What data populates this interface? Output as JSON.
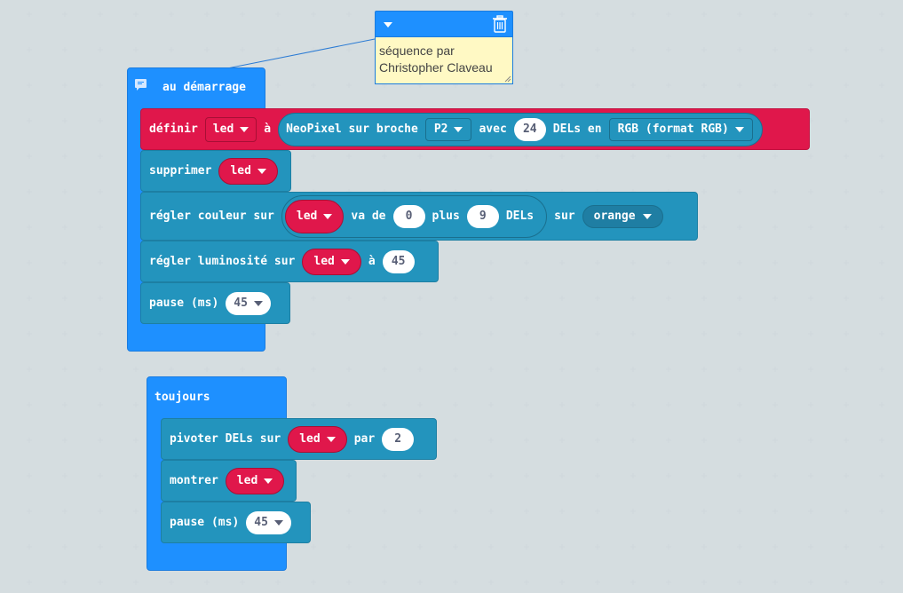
{
  "comment": {
    "text_line1": "séquence par",
    "text_line2": "Christopher Claveau"
  },
  "on_start": {
    "hat_label": "au démarrage",
    "set_block": {
      "label": "définir",
      "variable": "led",
      "to": "à",
      "neopixel_label": "NeoPixel sur broche",
      "pin": "P2",
      "with": "avec",
      "count": "24",
      "leds_in": "DELs en",
      "mode": "RGB (format RGB)"
    },
    "clear_block": {
      "label": "supprimer",
      "variable": "led"
    },
    "set_color_block": {
      "label": "régler couleur sur",
      "variable": "led",
      "range": "va de",
      "start": "0",
      "plus": "plus",
      "length": "9",
      "leds": "DELs",
      "on": "sur",
      "color": "orange"
    },
    "brightness_block": {
      "label": "régler luminosité sur",
      "variable": "led",
      "to": "à",
      "value": "45"
    },
    "pause_block": {
      "label": "pause (ms)",
      "value": "45"
    }
  },
  "forever": {
    "hat_label": "toujours",
    "rotate_block": {
      "label": "pivoter DELs sur",
      "variable": "led",
      "by": "par",
      "value": "2"
    },
    "show_block": {
      "label": "montrer",
      "variable": "led"
    },
    "pause_block": {
      "label": "pause (ms)",
      "value": "45"
    }
  },
  "colors": {
    "background": "#ecf0f1",
    "events": "#1e90ff",
    "neopixel": "#2394bd",
    "variables": "#e0174b",
    "comment_body": "#fff9c4"
  }
}
